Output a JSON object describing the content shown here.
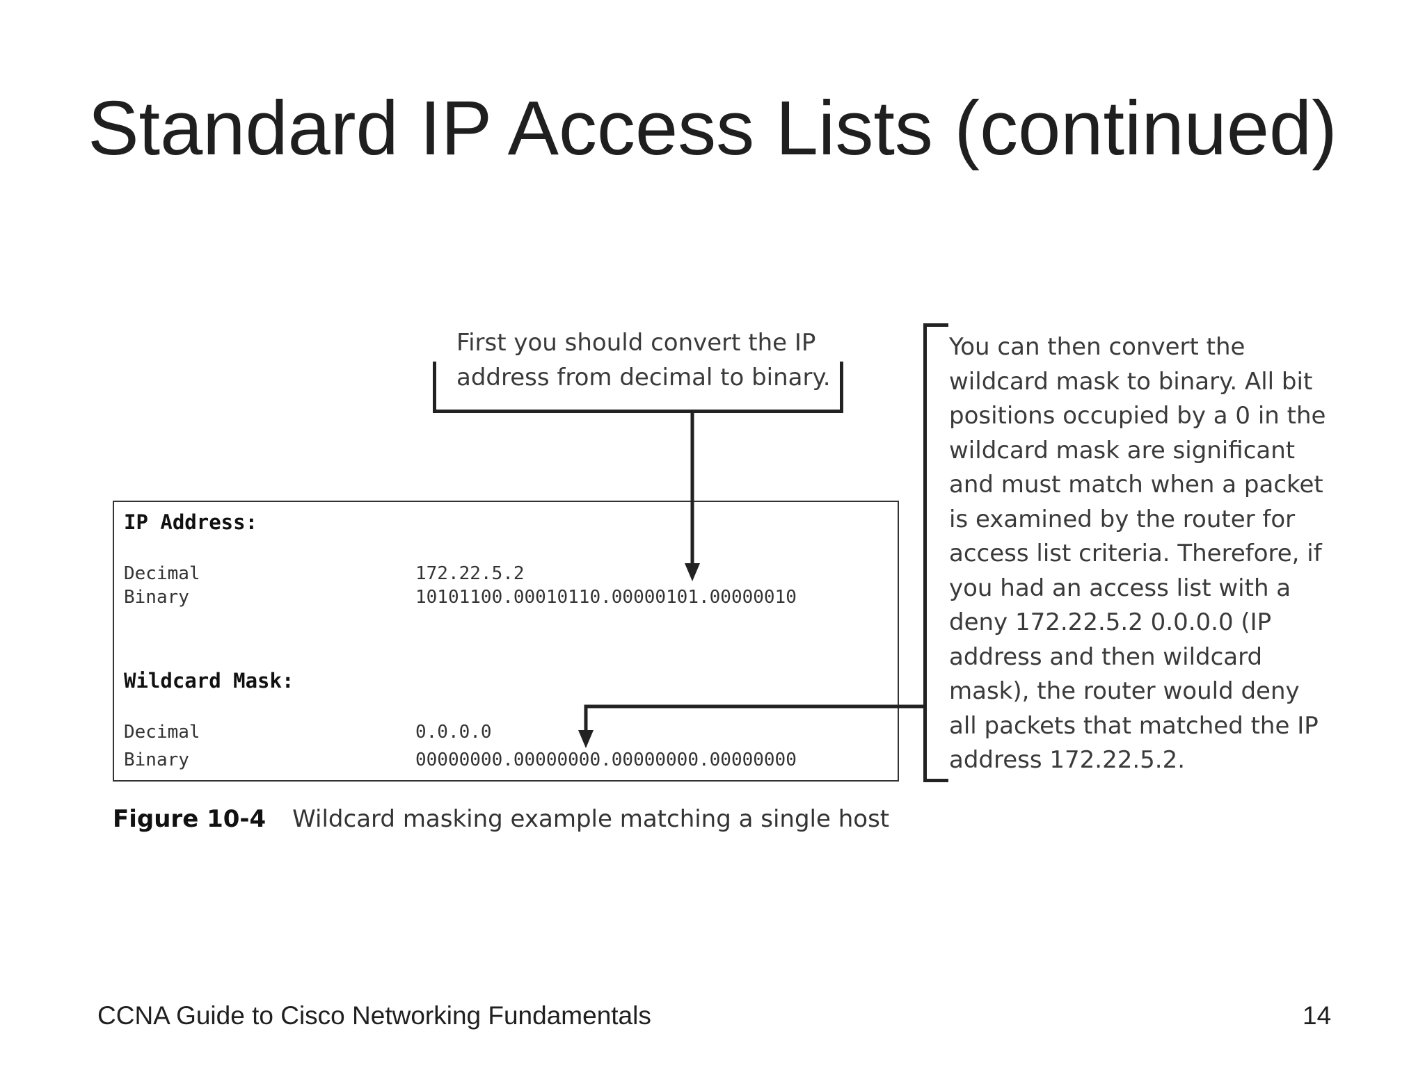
{
  "slide": {
    "title": "Standard IP Access Lists (continued)",
    "footer_text": "CCNA Guide to Cisco Networking Fundamentals",
    "page_number": "14"
  },
  "callouts": {
    "top": "First you should convert the IP\naddress from decimal to binary.",
    "right": "You can then convert the\nwildcard mask to binary. All bit\npositions occupied by a 0 in the\nwildcard mask are significant\nand must match when a packet\nis examined by the router for\naccess list criteria. Therefore, if\nyou had an access list with a\ndeny 172.22.5.2 0.0.0.0 (IP\naddress and then wildcard\nmask), the router would deny\nall packets that matched the IP\naddress 172.22.5.2."
  },
  "figure": {
    "ip_section": {
      "heading": "IP Address:",
      "decimal_label": "Decimal",
      "decimal_value": "172.22.5.2",
      "binary_label": "Binary",
      "binary_value": "10101100.00010110.00000101.00000010"
    },
    "mask_section": {
      "heading": "Wildcard Mask:",
      "decimal_label": "Decimal",
      "decimal_value": "0.0.0.0",
      "binary_label": "Binary",
      "binary_value": "00000000.00000000.00000000.00000000"
    },
    "caption_number": "Figure 10-4",
    "caption_text": "Wildcard masking example matching a single host"
  }
}
